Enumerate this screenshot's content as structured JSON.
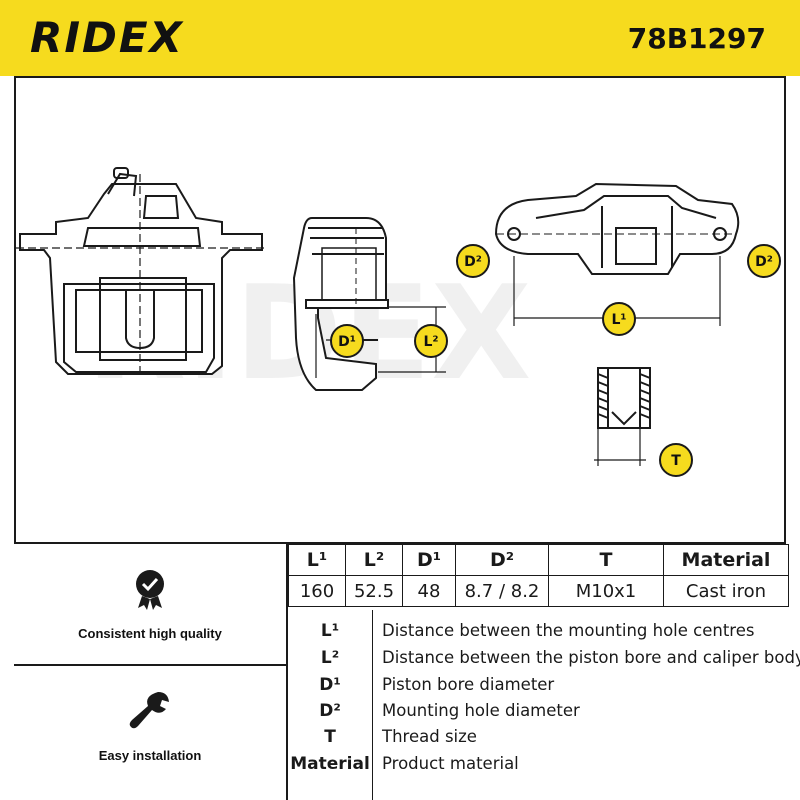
{
  "header": {
    "brand": "RIDEX",
    "part_number": "78B1297",
    "accent_color": "#f6db1e"
  },
  "drawing_labels": {
    "d1": "D¹",
    "l2": "L²",
    "d2": "D²",
    "l1": "L¹",
    "t": "T"
  },
  "features": [
    {
      "label": "Consistent high quality",
      "icon": "quality-badge-icon"
    },
    {
      "label": "Easy installation",
      "icon": "wrench-icon"
    }
  ],
  "specs": {
    "headers": [
      "L¹",
      "L²",
      "D¹",
      "D²",
      "T",
      "Material"
    ],
    "values": [
      "160",
      "52.5",
      "48",
      "8.7 / 8.2",
      "M10x1",
      "Cast iron"
    ]
  },
  "legend": [
    {
      "key": "L¹",
      "text": "Distance between the mounting hole centres"
    },
    {
      "key": "L²",
      "text": "Distance between the piston bore and caliper body"
    },
    {
      "key": "D¹",
      "text": "Piston bore diameter"
    },
    {
      "key": "D²",
      "text": "Mounting hole diameter"
    },
    {
      "key": "T",
      "text": "Thread size"
    },
    {
      "key": "Material",
      "text": "Product material"
    }
  ]
}
